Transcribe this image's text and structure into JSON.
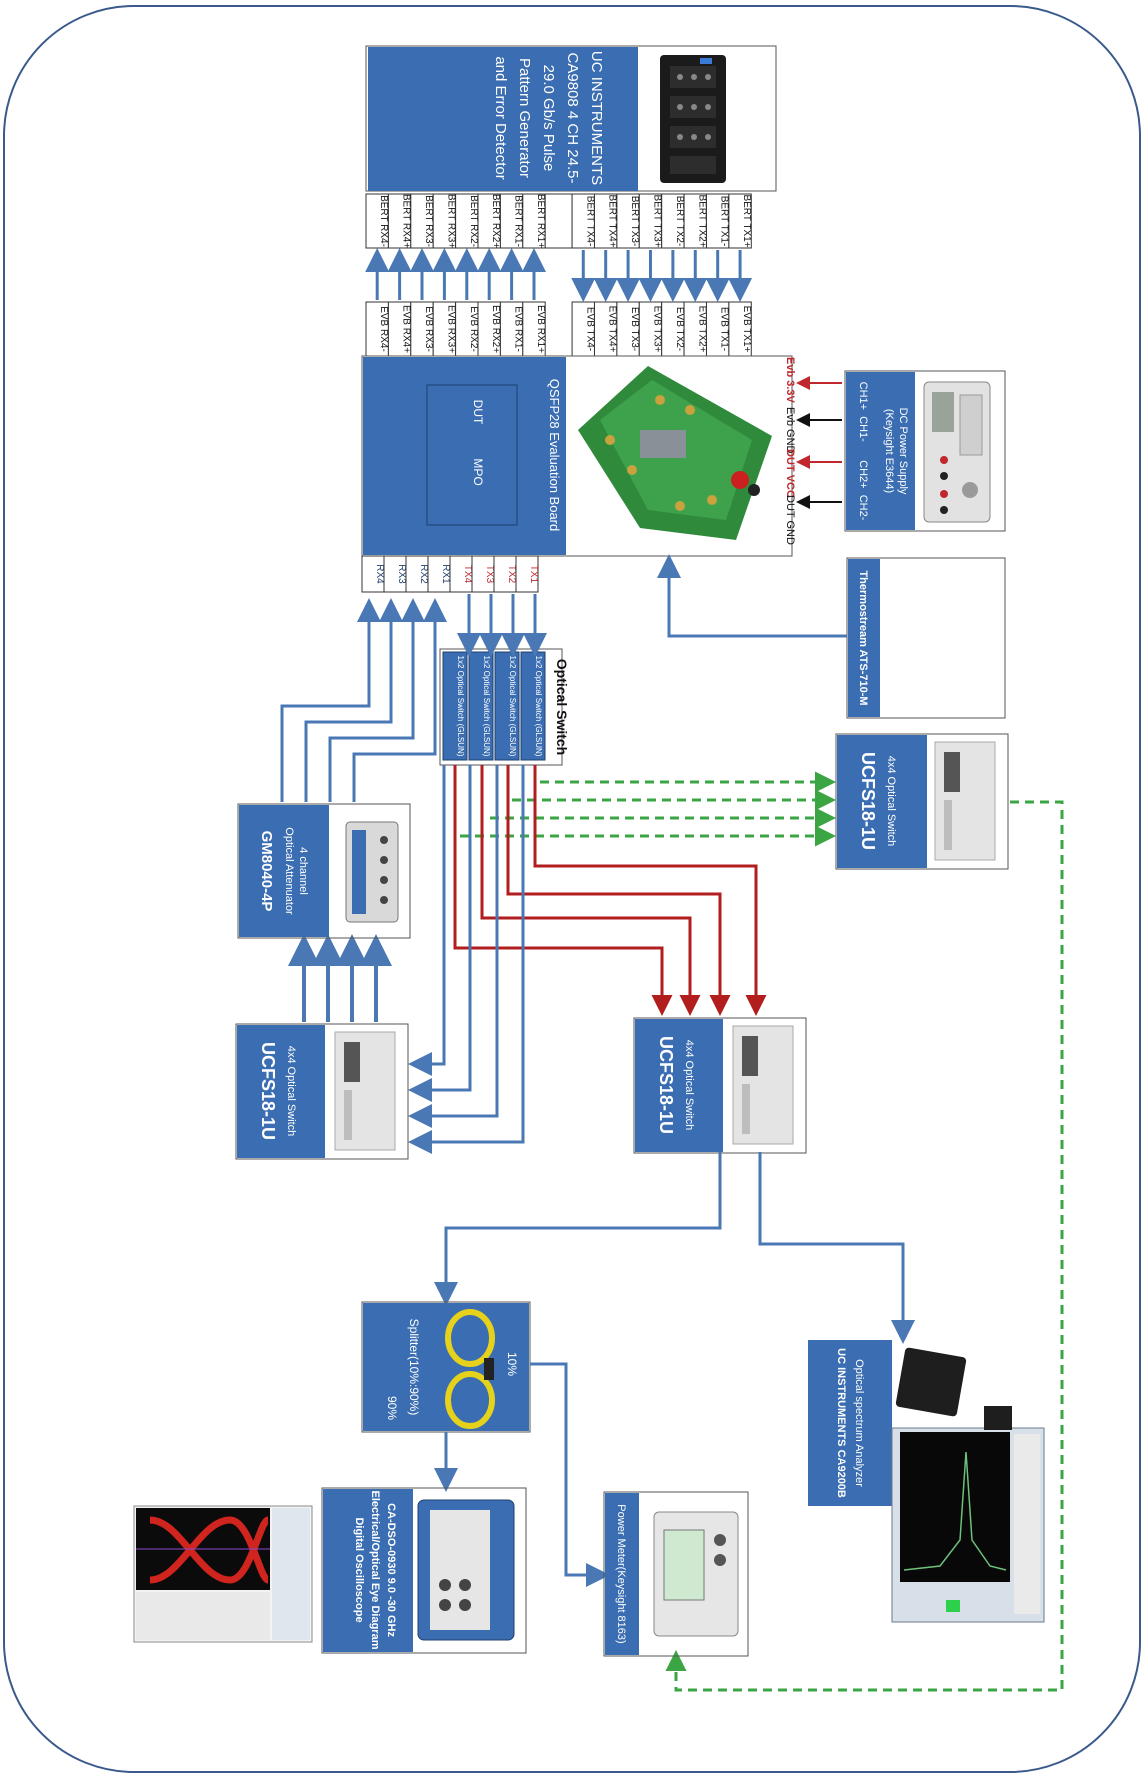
{
  "colors": {
    "box_blue": "#3a6db1",
    "arrow_blue": "#4a78b4",
    "arrow_red": "#b21e1e",
    "arrow_green": "#3ba544",
    "frame": "#3a5a8c"
  },
  "bert": {
    "title": "UC INSTRUMENTS",
    "lines": [
      "CA9808 4 CH 24.5-",
      "29.0 Gb/s Pulse",
      "Pattern Generator",
      "and Error Detector"
    ],
    "rx_ports": [
      "BERT RX4-",
      "BERT RX4+",
      "BERT RX3-",
      "BERT RX3+",
      "BERT RX2-",
      "BERT RX2+",
      "BERT RX1-",
      "BERT RX1+"
    ],
    "tx_ports": [
      "BERT TX4-",
      "BERT TX4+",
      "BERT TX3-",
      "BERT TX3+",
      "BERT TX2-",
      "BERT TX2+",
      "BERT TX1-",
      "BERT TX1+"
    ]
  },
  "evb": {
    "title": "QSFP28 Evaluation Board",
    "dut": "DUT",
    "mpo": "MPO",
    "rx_ports": [
      "EVB RX4-",
      "EVB RX4+",
      "EVB RX3-",
      "EVB RX3+",
      "EVB RX2-",
      "EVB RX2+",
      "EVB RX1-",
      "EVB RX1+"
    ],
    "tx_ports": [
      "EVB TX4-",
      "EVB TX4+",
      "EVB TX3-",
      "EVB TX3+",
      "EVB TX2-",
      "EVB TX2+",
      "EVB TX1-",
      "EVB TX1+"
    ],
    "optical_ports": [
      "RX4",
      "RX3",
      "RX2",
      "RX1",
      "TX4",
      "TX3",
      "TX2",
      "TX1"
    ],
    "power_labels": [
      "Evb 3.3V",
      "Evb GND",
      "DUT VCC",
      "DUT GND"
    ]
  },
  "power_supply": {
    "title": "DC Power Supply",
    "model": "(Keysight E3644)",
    "channels": "CH1+  CH1-      CH2+  CH2-"
  },
  "thermostream": {
    "label": "Thermostream  ATS-710-M"
  },
  "optical_switch_group": {
    "title": "Optical Switch",
    "switches": [
      "1x2 Optical Switch (GLSUN)",
      "1x2 Optical Switch (GLSUN)",
      "1x2 Optical Switch (GLSUN)",
      "1x2 Optical Switch (GLSUN)"
    ]
  },
  "switch_top": {
    "desc": "4x4 Optical Switch",
    "model": "UCFS18-1U"
  },
  "switch_mid": {
    "desc": "4x4 Optical Switch",
    "model": "UCFS18-1U"
  },
  "switch_left": {
    "desc": "4x4 Optical Switch",
    "model": "UCFS18-1U"
  },
  "attenuator": {
    "line1": "4 channel",
    "line2": "Optical Attenuator",
    "model": "GM8040-4P"
  },
  "splitter": {
    "label": "Splitter(10%:90%)",
    "pct10": "10%",
    "pct90": "90%"
  },
  "osa": {
    "line1": "Optical spectrum Analyzer",
    "line2": "UC INSTRUMENTS CA9200B"
  },
  "scope": {
    "line1": "CA-DSO-0930  9.0 -30 GHz",
    "line2": "Electrical/Optical Eye Diagram",
    "line3": "Digital Oscilloscope"
  },
  "power_meter": {
    "label": "Power Meter(Keysight 8163)"
  }
}
